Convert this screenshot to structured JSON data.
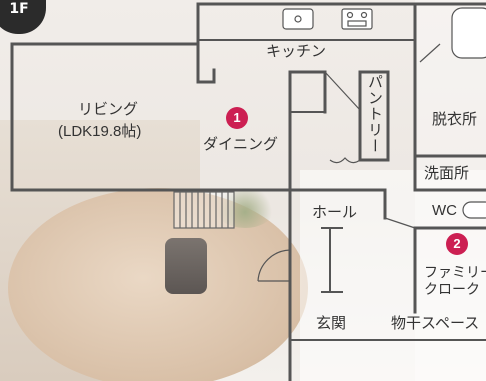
{
  "floor_badge": "1F",
  "rooms": {
    "kitchen": "キッチン",
    "living_line1": "リビング",
    "living_line2": "(LDK19.8帖)",
    "dining": "ダイニング",
    "pantry": "パントリー",
    "dressing": "脱衣所",
    "washroom": "洗面所",
    "wc": "WC",
    "hall": "ホール",
    "family_closet_line1": "ファミリー",
    "family_closet_line2": "クローク",
    "entrance": "玄関",
    "drying_space": "物干スペース"
  },
  "markers": [
    "1",
    "2"
  ],
  "colors": {
    "marker": "#cc1f52",
    "wall": "#555555",
    "badge": "#2b2b2b"
  }
}
